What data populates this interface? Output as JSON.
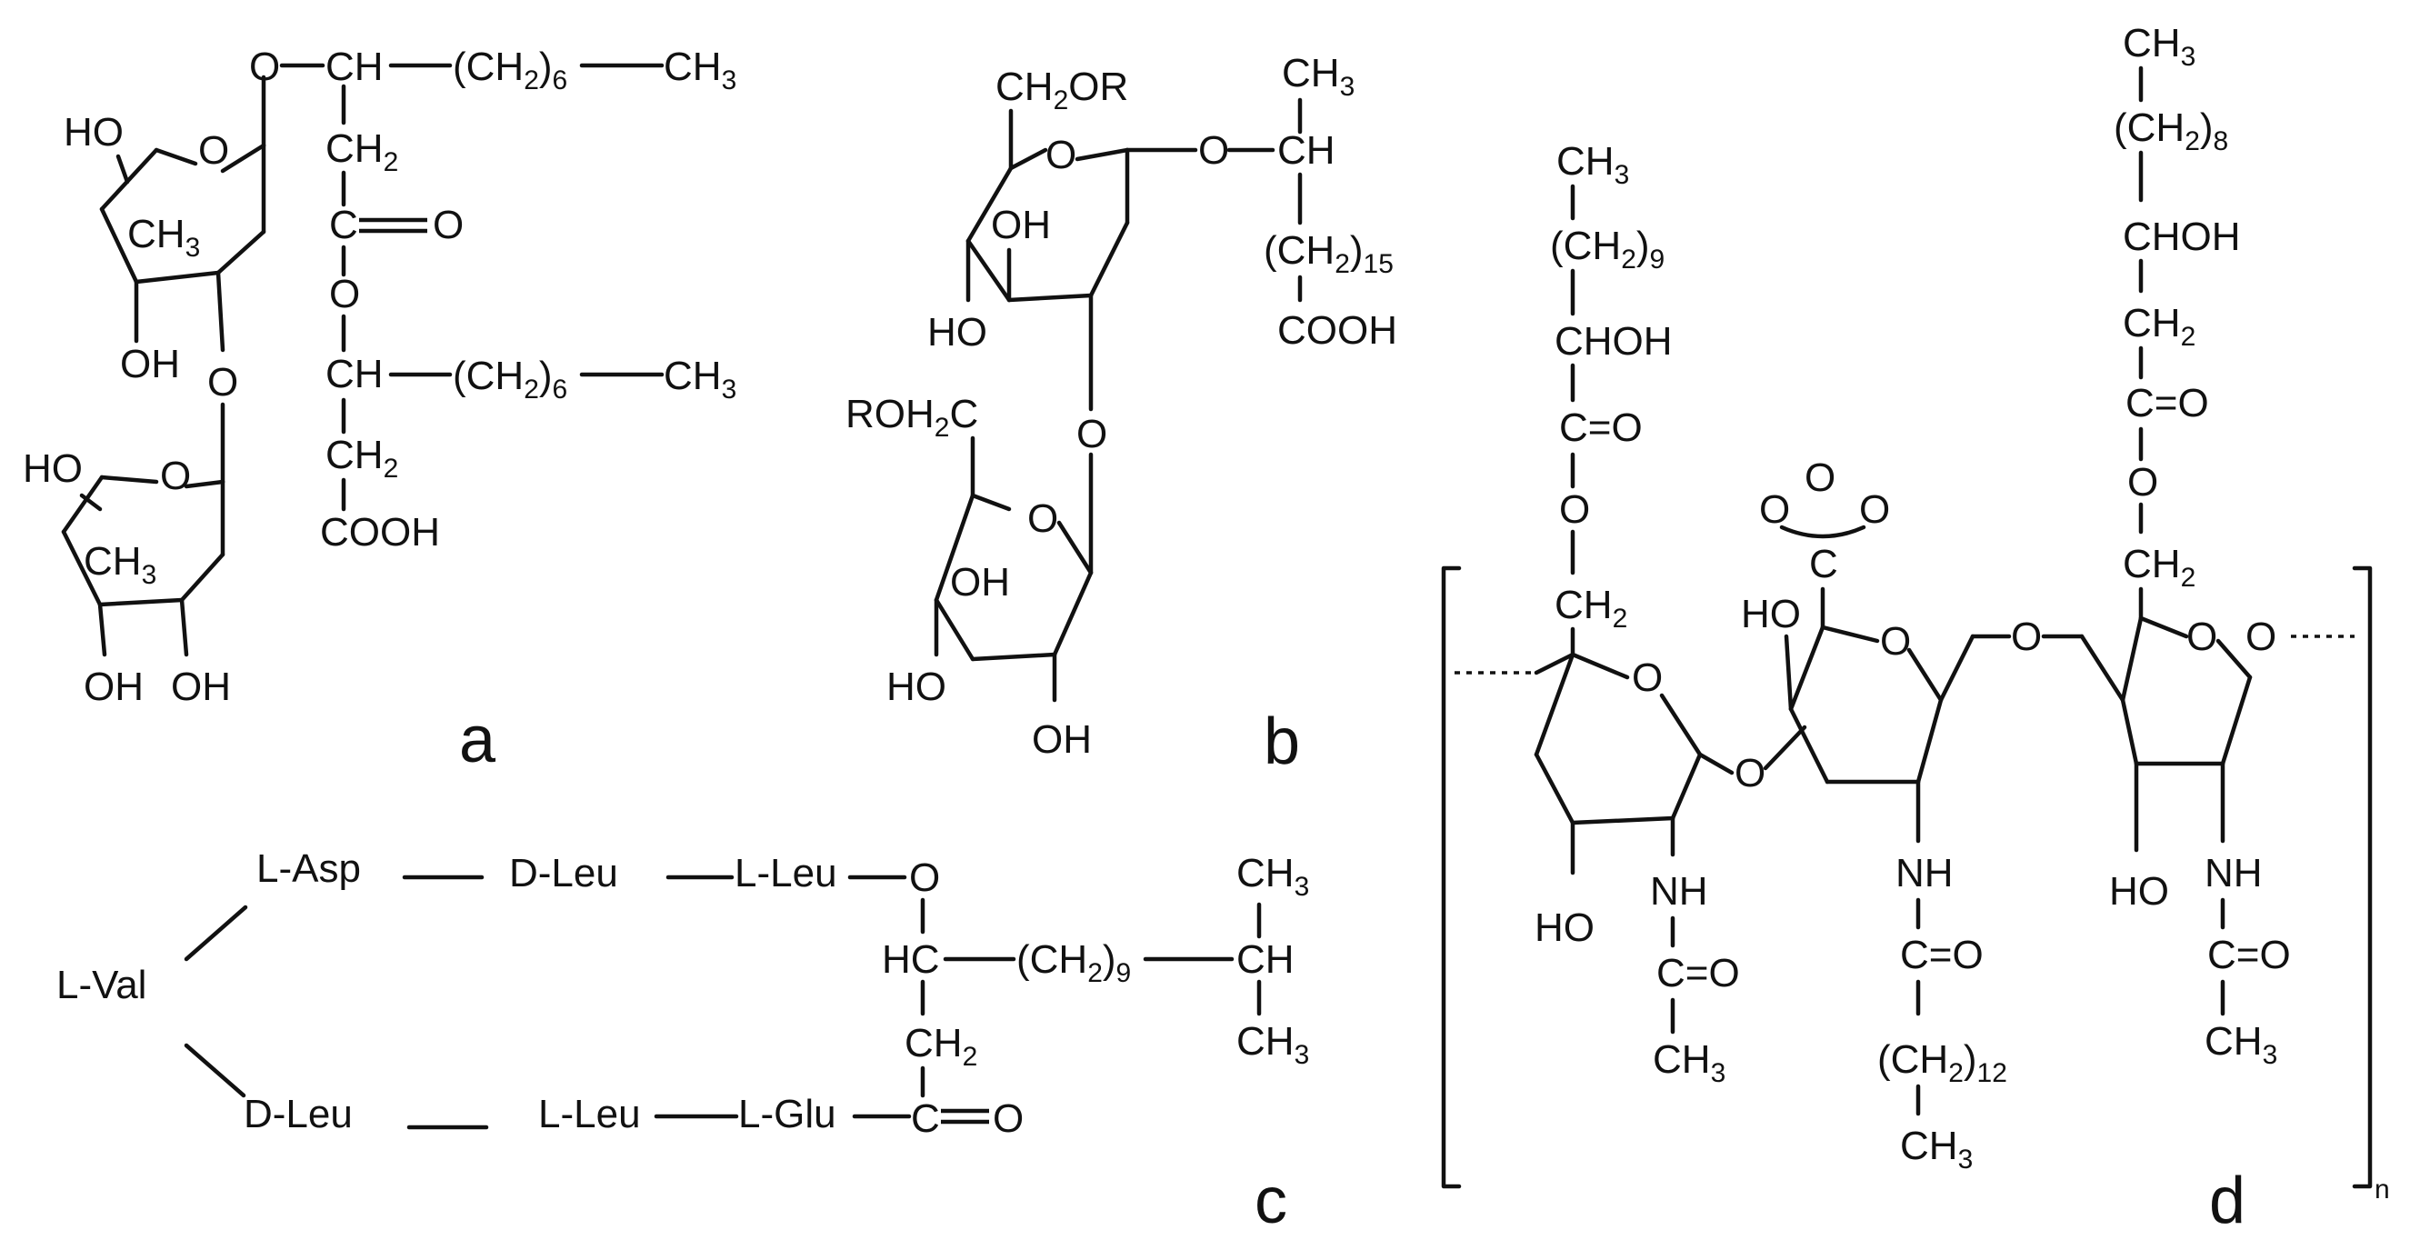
{
  "labels": {
    "a": "a",
    "b": "b",
    "c": "c",
    "d": "d"
  },
  "a": {
    "o_top": "O",
    "ch_top": "CH",
    "ch2_6_top": "(CH",
    "sub2": "2",
    "sub6": "6",
    "paren": ")",
    "ch3": "CH",
    "sub3": "3",
    "ho1": "HO",
    "o_ring1": "O",
    "ch3_ring1": "CH",
    "oh1": "OH",
    "ch2_a": "CH",
    "c_eq": "C",
    "o_eq": "O",
    "o_ester": "O",
    "o_link": "O",
    "ch_mid": "CH",
    "ch2_mid": "CH",
    "cooh": "COOH",
    "ho2": "HO",
    "o_ring2": "O",
    "ch3_ring2": "CH",
    "oh2": "OH",
    "oh3": "OH"
  },
  "b": {
    "ch2or": "CH",
    "or": "OR",
    "oh_a": "OH",
    "ho_a": "HO",
    "o_ring": "O",
    "o_gly": "O",
    "ch": "CH",
    "ch3": "CH",
    "sub3": "3",
    "ch2_15": "(CH",
    "sub2": "2",
    "sub15": "15",
    "paren": ")",
    "cooh": "COOH",
    "roh2c": "ROH",
    "c_tail": "C",
    "o_link": "O",
    "o_ring2": "O",
    "oh_b": "OH",
    "ho_b": "HO",
    "oh_c": "OH"
  },
  "c": {
    "lval": "L-Val",
    "lasp": "L-Asp",
    "dleu1": "D-Leu",
    "lleu1": "L-Leu",
    "o": "O",
    "hc": "HC",
    "ch2_9": "(CH",
    "sub2": "2",
    "sub9": "9",
    "paren": ")",
    "ch": "CH",
    "ch3": "CH",
    "sub3": "3",
    "ch2": "CH",
    "dleu2": "D-Leu",
    "lleu2": "L-Leu",
    "lglu": "L-Glu",
    "c": "C",
    "o_eq": "O"
  },
  "d": {
    "ch3": "CH",
    "sub3": "3",
    "ch2_9": "(CH",
    "sub2": "2",
    "sub9": "9",
    "sub8": "8",
    "sub12": "12",
    "paren": ")",
    "chohA": "CHOH",
    "c_eq": "C",
    "o": "O",
    "ch2": "CH",
    "ho": "HO",
    "nh": "NH",
    "subn": "n"
  }
}
